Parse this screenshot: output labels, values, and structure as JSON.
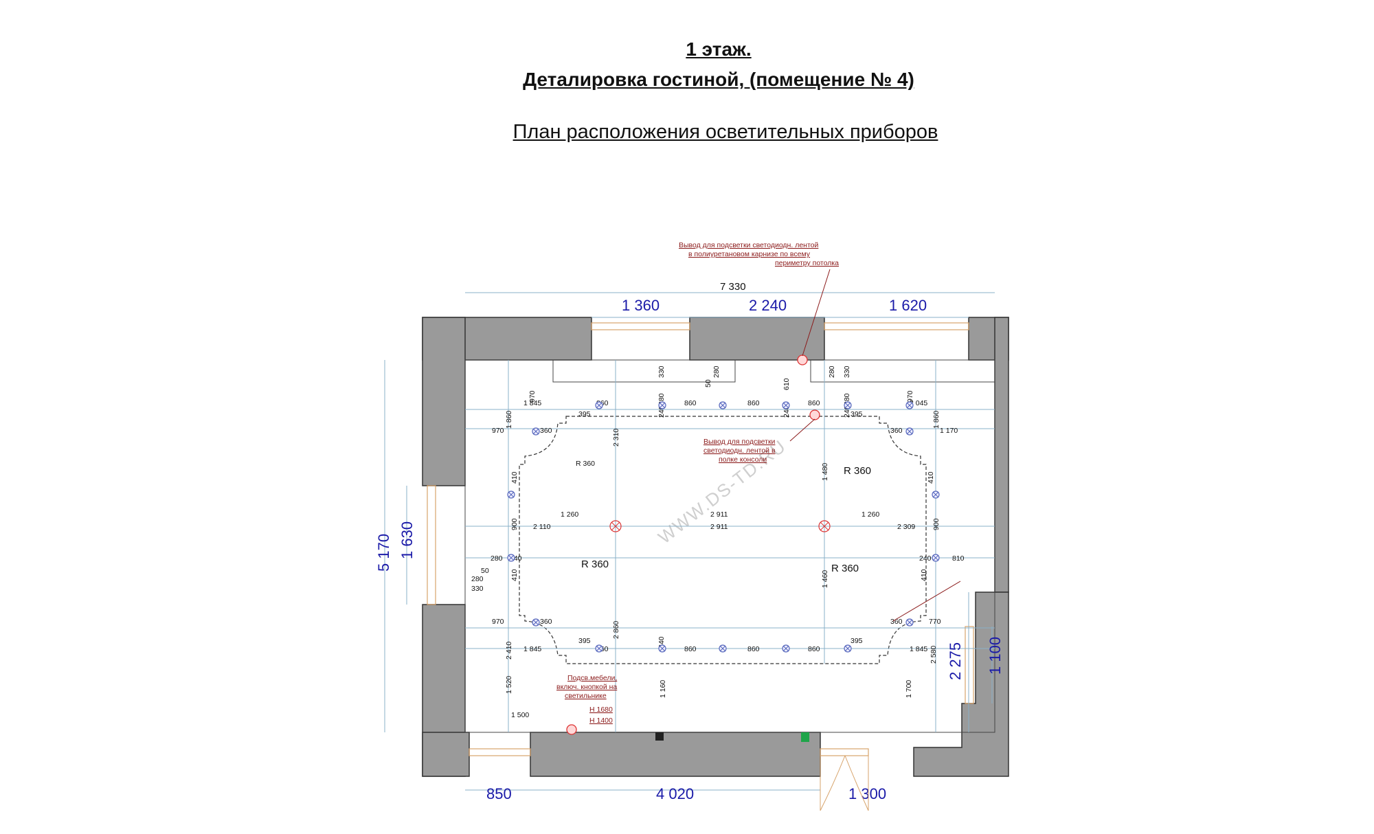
{
  "title": {
    "line1": "1 этаж.",
    "line2": "Деталировка  гостиной, (помещение  № 4)",
    "line3": "План расположения осветительных приборов"
  },
  "watermark": "WWW.DS-TD.RU",
  "dimensions": {
    "total_width": "7 330",
    "top_segments": [
      "1 360",
      "2 240",
      "1 620"
    ],
    "left_height": "5 170",
    "left_window": "1 630",
    "bottom_segments": [
      "850",
      "4 020",
      "1 300"
    ],
    "right_lower": "2 275",
    "right_window": "1 100"
  },
  "radii": [
    "R 360",
    "R 360",
    "R 360",
    "R 360"
  ],
  "small_radius": "R 360",
  "small_dims": {
    "d860": "860",
    "d395": "395",
    "d360": "360",
    "d970": "970",
    "d1845": "1 845",
    "d2045": "2 045",
    "d1860": "1 860",
    "d1170": "1 170",
    "d2310": "2 310",
    "d1480": "1 480",
    "d410": "410",
    "d900": "900",
    "d1260": "1 260",
    "d2911": "2 911",
    "d2110": "2 110",
    "d2309": "2 309",
    "d280": "280",
    "d240": "240",
    "d810": "810",
    "d50": "50",
    "d330": "330",
    "d1460": "1 460",
    "d2860": "2 860",
    "d770": "770",
    "d2410": "2 410",
    "d1520": "1 520",
    "d1500": "1 500",
    "d1160": "1 160",
    "d1700": "1 700",
    "d2580": "2 580",
    "d610": "610"
  },
  "notes": {
    "top_note_1": "Вывод для подсветки светодиодн. лентой",
    "top_note_2": "в  полиуретановом карнизе   по всему",
    "top_note_3": "периметру потолка",
    "mid_note_1": "Вывод для подсветки",
    "mid_note_2": "светодиодн. лентой в",
    "mid_note_3": "полке консоли",
    "furn_note_1": "Подсв.мебели,",
    "furn_note_2": "включ. кнопкой на",
    "furn_note_3": "светильнике",
    "h1": "Н 1680",
    "h2": "Н 1400"
  },
  "colors": {
    "wall": "#9a9a9a",
    "dimension_text": "#1a1aa8",
    "note": "#8b1a1a",
    "lamp": "#5566bb",
    "outlet": "#dd3333"
  }
}
